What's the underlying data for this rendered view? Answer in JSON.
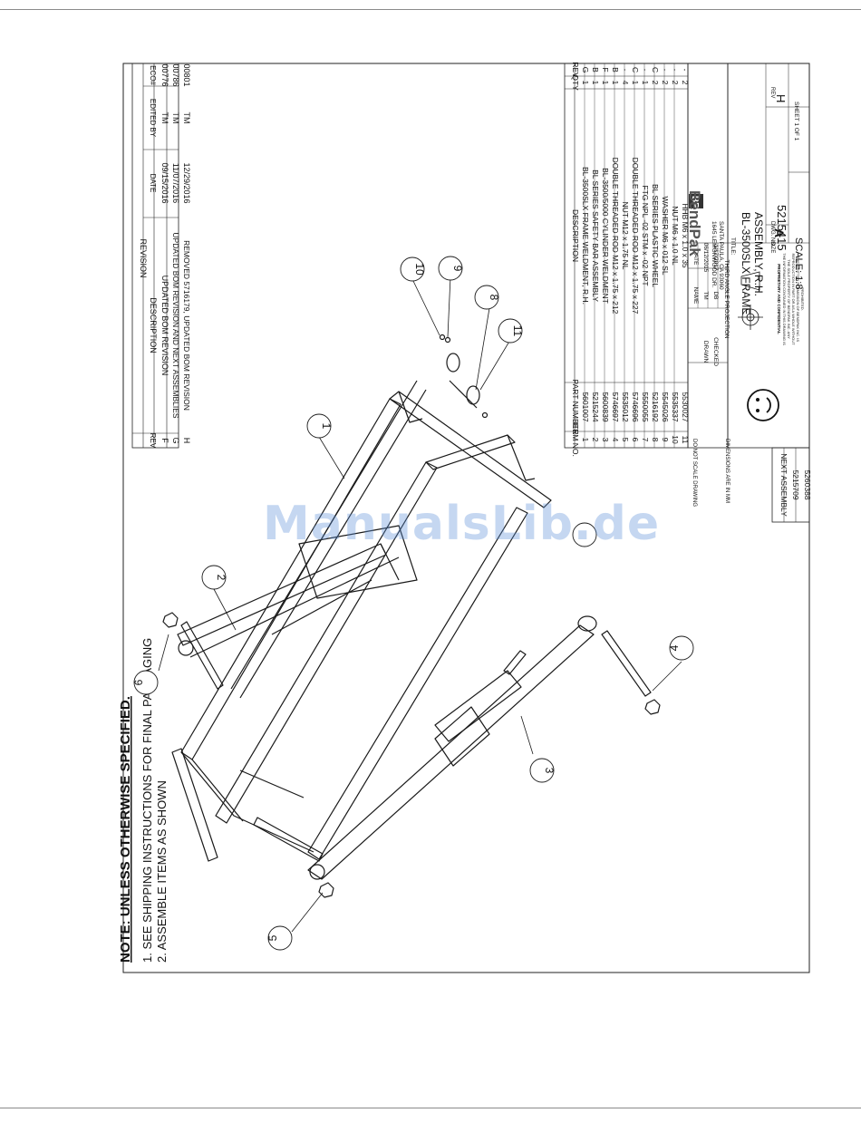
{
  "watermark": "ManualsLib.de",
  "revision": {
    "title": "REVISION",
    "headers": [
      "REV",
      "DESCRIPTION",
      "DATE",
      "EDITED BY",
      "ECO#"
    ],
    "rows": [
      [
        "F",
        "UPDATED BOM REVISION",
        "09/15/2016",
        "TM",
        "00776"
      ],
      [
        "G",
        "UPDATED BOM REVISION AND NEXT ASSEMBLIES",
        "11/07/2016",
        "TM",
        "00786"
      ],
      [
        "H",
        "REMOVED 5716179, UPDATED BOM REVISION",
        "12/29/2016",
        "TM",
        "00801"
      ]
    ]
  },
  "bom": {
    "headers": [
      "ITEM NO.",
      "PART NUMBER",
      "DESCRIPTION",
      "QTY",
      "REV"
    ],
    "rows": [
      [
        "1",
        "5601007",
        "BL-3500SLX FRAME WELDMENT, R.H.",
        "1",
        "G"
      ],
      [
        "2",
        "5215244",
        "BL SERIES SAFETY BAR ASSEMBLY",
        "1",
        "B"
      ],
      [
        "3",
        "5600839",
        "BL-3500/5000 CYLINDER WELDMENT",
        "1",
        "F"
      ],
      [
        "4",
        "5746697",
        "DOUBLE THREADED ROD M12 x 1.75 x 212",
        "1",
        "B"
      ],
      [
        "5",
        "5535012",
        "NUT M12 x 1.75 NL",
        "4",
        "-"
      ],
      [
        "6",
        "5746696",
        "DOUBLE THREADED ROD M12 x 1.75 x 227",
        "1",
        "C"
      ],
      [
        "7",
        "5550055",
        "FTG NPL -02 STM x -02 NPT",
        "1",
        "-"
      ],
      [
        "8",
        "5216192",
        "BL SERIES PLASTIC WHEEL",
        "2",
        "C"
      ],
      [
        "9",
        "5545026",
        "WASHER M6 x 012 SL",
        "2",
        "-"
      ],
      [
        "10",
        "5535337",
        "NUT M6 x 1.0 NL",
        "2",
        "-"
      ],
      [
        "11",
        "5530027",
        "HHB M6 x 1.0 x 35",
        "2",
        "-"
      ]
    ]
  },
  "title_block": {
    "do_not_scale": "DO NOT SCALE DRAWING",
    "dimensions": "DIMENSIONS ARE IN MM",
    "name_label": "NAME",
    "date_label": "DATE",
    "drawn_label": "DRAWN",
    "drawn_name": "TM",
    "drawn_date": "06/12/2015",
    "checked_label": "CHECKED",
    "checked_name": "DB",
    "checked_date": "1/17/2017",
    "projection": "THIRD ANGLE PROJECTION",
    "proprietary_title": "PROPRIETARY AND CONFIDENTIAL",
    "proprietary_text": [
      "THE INFORMATION CONTAINED IN THIS DRAWING IS",
      "THE SOLE PROPERTY OF BENDPAK INC. ANY",
      "REPRODUCTION IN PART OR AS A WHOLE WITHOUT",
      "THE WRITTEN PERMISSION OF BENDPAK INC. IS",
      "PROHIBITED."
    ],
    "logo_bp": "BP",
    "logo_name": "BendPak",
    "address1": "1645 LEMONWOOD DR.",
    "address2": "SANTA PAULA, CA 93060",
    "title_label": "TITLE:",
    "title_line1": "BL-3500SLX FRAME",
    "title_line2": "ASSEMBLY, R.H.",
    "size_label": "SIZE",
    "size": "A",
    "dwg_label": "DWG. NO.",
    "dwg_no": "5215415",
    "rev_label": "REV",
    "rev": "H",
    "scale": "SCALE: 1:8",
    "sheet": "SHEET 1 OF 1"
  },
  "next_assembly": {
    "label": "NEXT ASSEMBLY",
    "items": [
      "5215709",
      "5260388"
    ]
  },
  "notes": {
    "heading": "NOTE: UNLESS OTHERWISE SPECIFIED.",
    "items": [
      "1.  SEE SHIPPING INSTRUCTIONS FOR FINAL PACKAGING",
      "2.  ASSEMBLE ITEMS AS SHOWN"
    ]
  },
  "balloons": [
    "1",
    "2",
    "3",
    "4",
    "5",
    "6",
    "8",
    "9",
    "10",
    "11"
  ]
}
